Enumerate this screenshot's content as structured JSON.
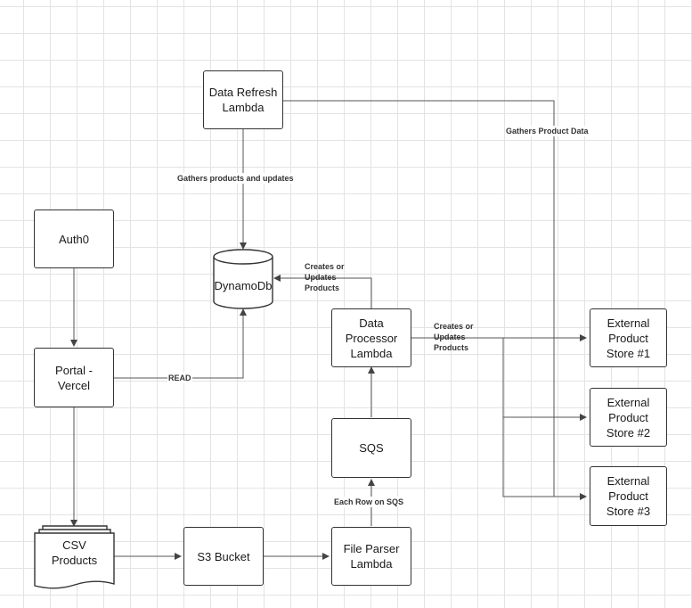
{
  "nodes": {
    "data_refresh": "Data Refresh\nLambda",
    "auth0": "Auth0",
    "portal": "Portal -\nVercel",
    "dynamodb": "DynamoDb",
    "data_processor": "Data\nProcessor\nLambda",
    "sqs": "SQS",
    "csv": "CSV\nProducts",
    "s3": "S3 Bucket",
    "file_parser": "File Parser\nLambda",
    "store1": "External\nProduct\nStore #1",
    "store2": "External\nProduct\nStore #2",
    "store3": "External\nProduct\nStore #3"
  },
  "edge_labels": {
    "gathers_products_updates": "Gathers products and updates",
    "gathers_product_data": "Gathers Product Data",
    "creates_updates_db": "Creates or\nUpdates\nProducts",
    "creates_updates_stores": "Creates or\nUpdates\nProducts",
    "read": "READ",
    "each_row": "Each Row on SQS"
  }
}
